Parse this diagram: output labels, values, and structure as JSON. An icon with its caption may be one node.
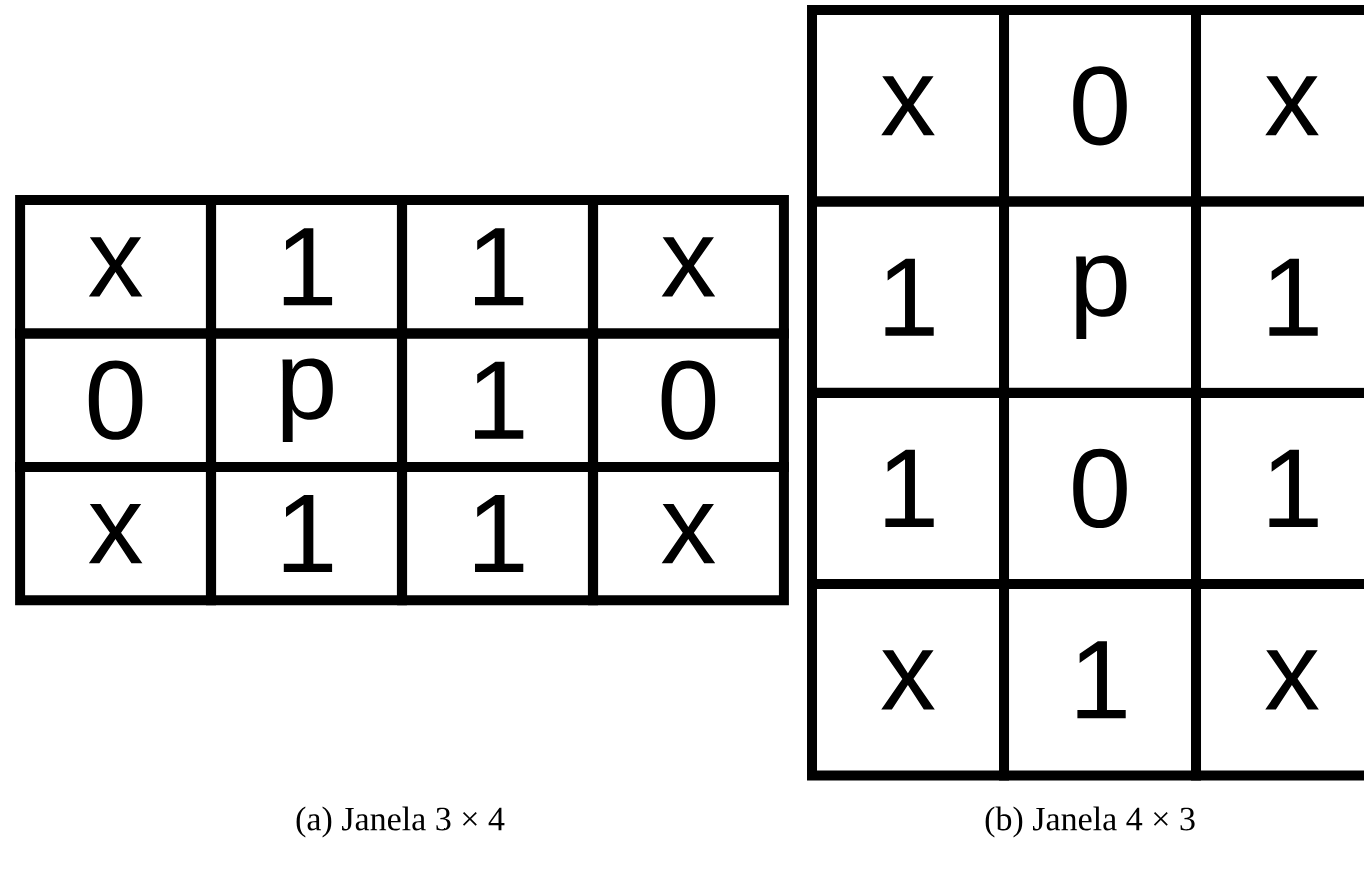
{
  "diagram": {
    "labels": [
      "x",
      "1",
      "1",
      "x",
      "0",
      "p",
      "1",
      "0",
      "x",
      "1",
      "1",
      "x",
      "x",
      "0",
      "x",
      "1",
      "p",
      "1",
      "1",
      "0",
      "1",
      "x",
      "1",
      "x",
      "(a) Janela 3 × 4",
      "(b) Janela 4 × 3"
    ]
  }
}
